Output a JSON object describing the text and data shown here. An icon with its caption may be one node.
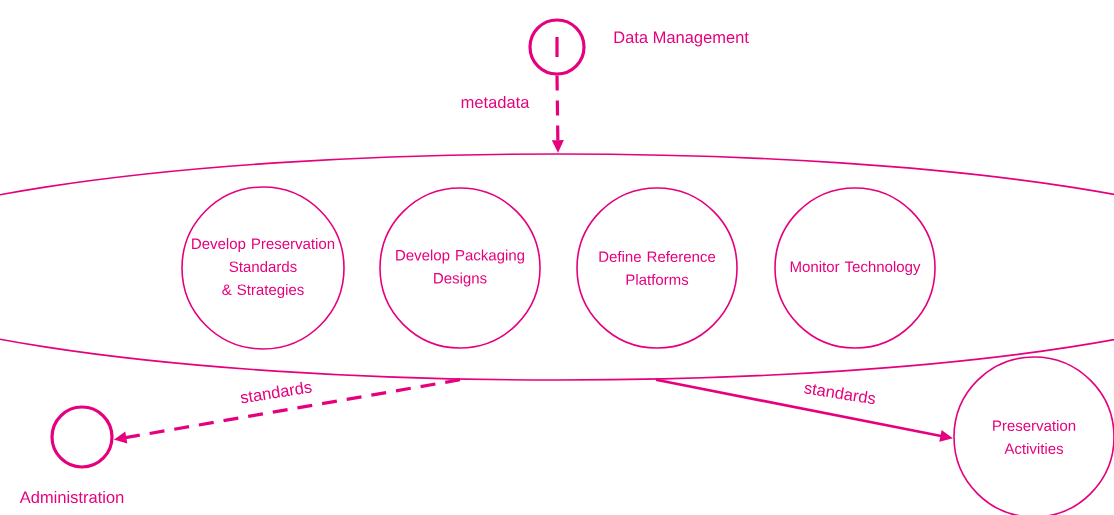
{
  "diagram": {
    "nodes": [
      {
        "text": [],
        "shape": "ellipse"
      },
      {
        "text": [
          "Develop Preservation Standards & Strategies"
        ],
        "in": 0
      },
      {
        "text": [
          "Develop Packaging Designs"
        ],
        "in": 0
      },
      {
        "text": [
          "Define Reference Platforms"
        ],
        "in": 0
      },
      {
        "text": [
          "Monitor Technology"
        ],
        "in": 0
      },
      {
        "text": [],
        "shape": "circle",
        "beside": [
          "Data Management"
        ]
      },
      {
        "text": [],
        "shape": "circle",
        "beside": [
          "Administration"
        ]
      },
      {
        "text": [
          "Preservation Activities"
        ]
      }
    ],
    "edges": [
      {
        "from": 5,
        "to": 0,
        "arrow": "to",
        "label": "metadata",
        "style": "dashed"
      },
      {
        "from": 0,
        "to": 6,
        "arrow": "to",
        "label": "standards",
        "style": "dashed"
      },
      {
        "from": 0,
        "to": 7,
        "arrow": "to",
        "label": "standards"
      }
    ]
  }
}
